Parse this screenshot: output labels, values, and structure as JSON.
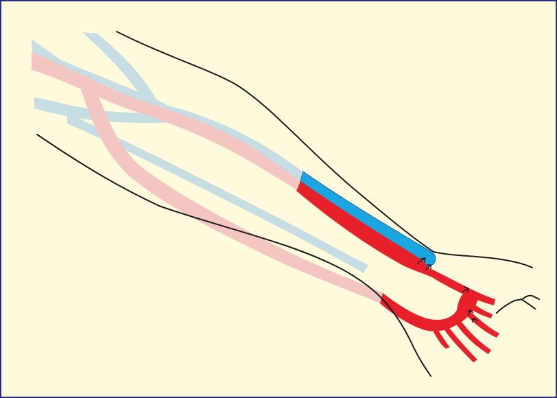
{
  "diagram": {
    "colors": {
      "background": "#fffadb",
      "frame": "#2b2e7a",
      "outline": "#1a1a1a",
      "artery": "#e8202a",
      "artery_faded": "#f3c6c1",
      "vein": "#1aa6e1",
      "vein_faded": "#c6dde3"
    },
    "parts": [
      {
        "key": "arm-outline",
        "kind": "outline"
      },
      {
        "key": "hand-outline",
        "kind": "outline"
      },
      {
        "key": "upper-veins",
        "kind": "vein",
        "state": "faded"
      },
      {
        "key": "upper-arteries",
        "kind": "artery",
        "state": "faded"
      },
      {
        "key": "forearm-vein",
        "kind": "vein",
        "state": "highlighted"
      },
      {
        "key": "forearm-artery",
        "kind": "artery",
        "state": "highlighted"
      },
      {
        "key": "palmar-arch",
        "kind": "artery",
        "state": "highlighted"
      },
      {
        "key": "blood-flow-arrows",
        "kind": "flow-direction"
      }
    ]
  }
}
